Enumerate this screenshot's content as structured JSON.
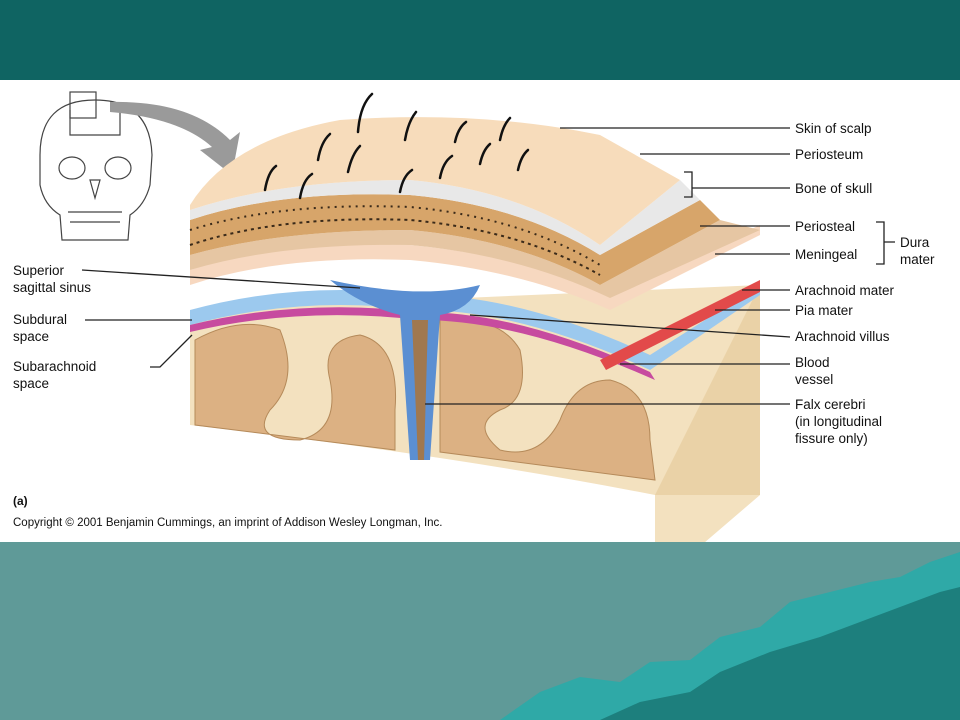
{
  "colors": {
    "header_bar": "#0f6462",
    "background": "#5f9a98",
    "panel": "#ffffff",
    "mountain_light": "#2fa9a7",
    "mountain_dark": "#1d7f7d"
  },
  "figure": {
    "panel_letter": "(a)",
    "copyright": "Copyright © 2001 Benjamin Cummings, an imprint of Addison Wesley Longman, Inc.",
    "labels_right": {
      "skin_of_scalp": "Skin of scalp",
      "periosteum": "Periosteum",
      "bone_of_skull": "Bone of skull",
      "periosteal": "Periosteal",
      "meningeal": "Meningeal",
      "dura": "Dura",
      "mater": "mater",
      "arachnoid_mater": "Arachnoid mater",
      "pia_mater": "Pia mater",
      "arachnoid_villus": "Arachnoid villus",
      "blood": "Blood",
      "vessel": "vessel",
      "falx_cerebri": "Falx cerebri",
      "falx_line2": "(in longitudinal",
      "falx_line3": "fissure only)"
    },
    "labels_left": {
      "superior": "Superior",
      "sagittal_sinus": "sagittal sinus",
      "subdural": "Subdural",
      "subdural_space": "space",
      "subarachnoid": "Subarachnoid",
      "subarachnoid_space": "space"
    }
  }
}
